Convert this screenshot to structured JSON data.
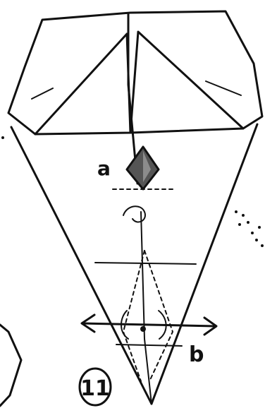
{
  "labels": {
    "point_a": "a",
    "point_b": "b",
    "step_number": "11"
  },
  "colors": {
    "ink": "#111111",
    "fill_dark": "#555555",
    "fill_light": "#8c8c8c",
    "background": "#ffffff"
  }
}
